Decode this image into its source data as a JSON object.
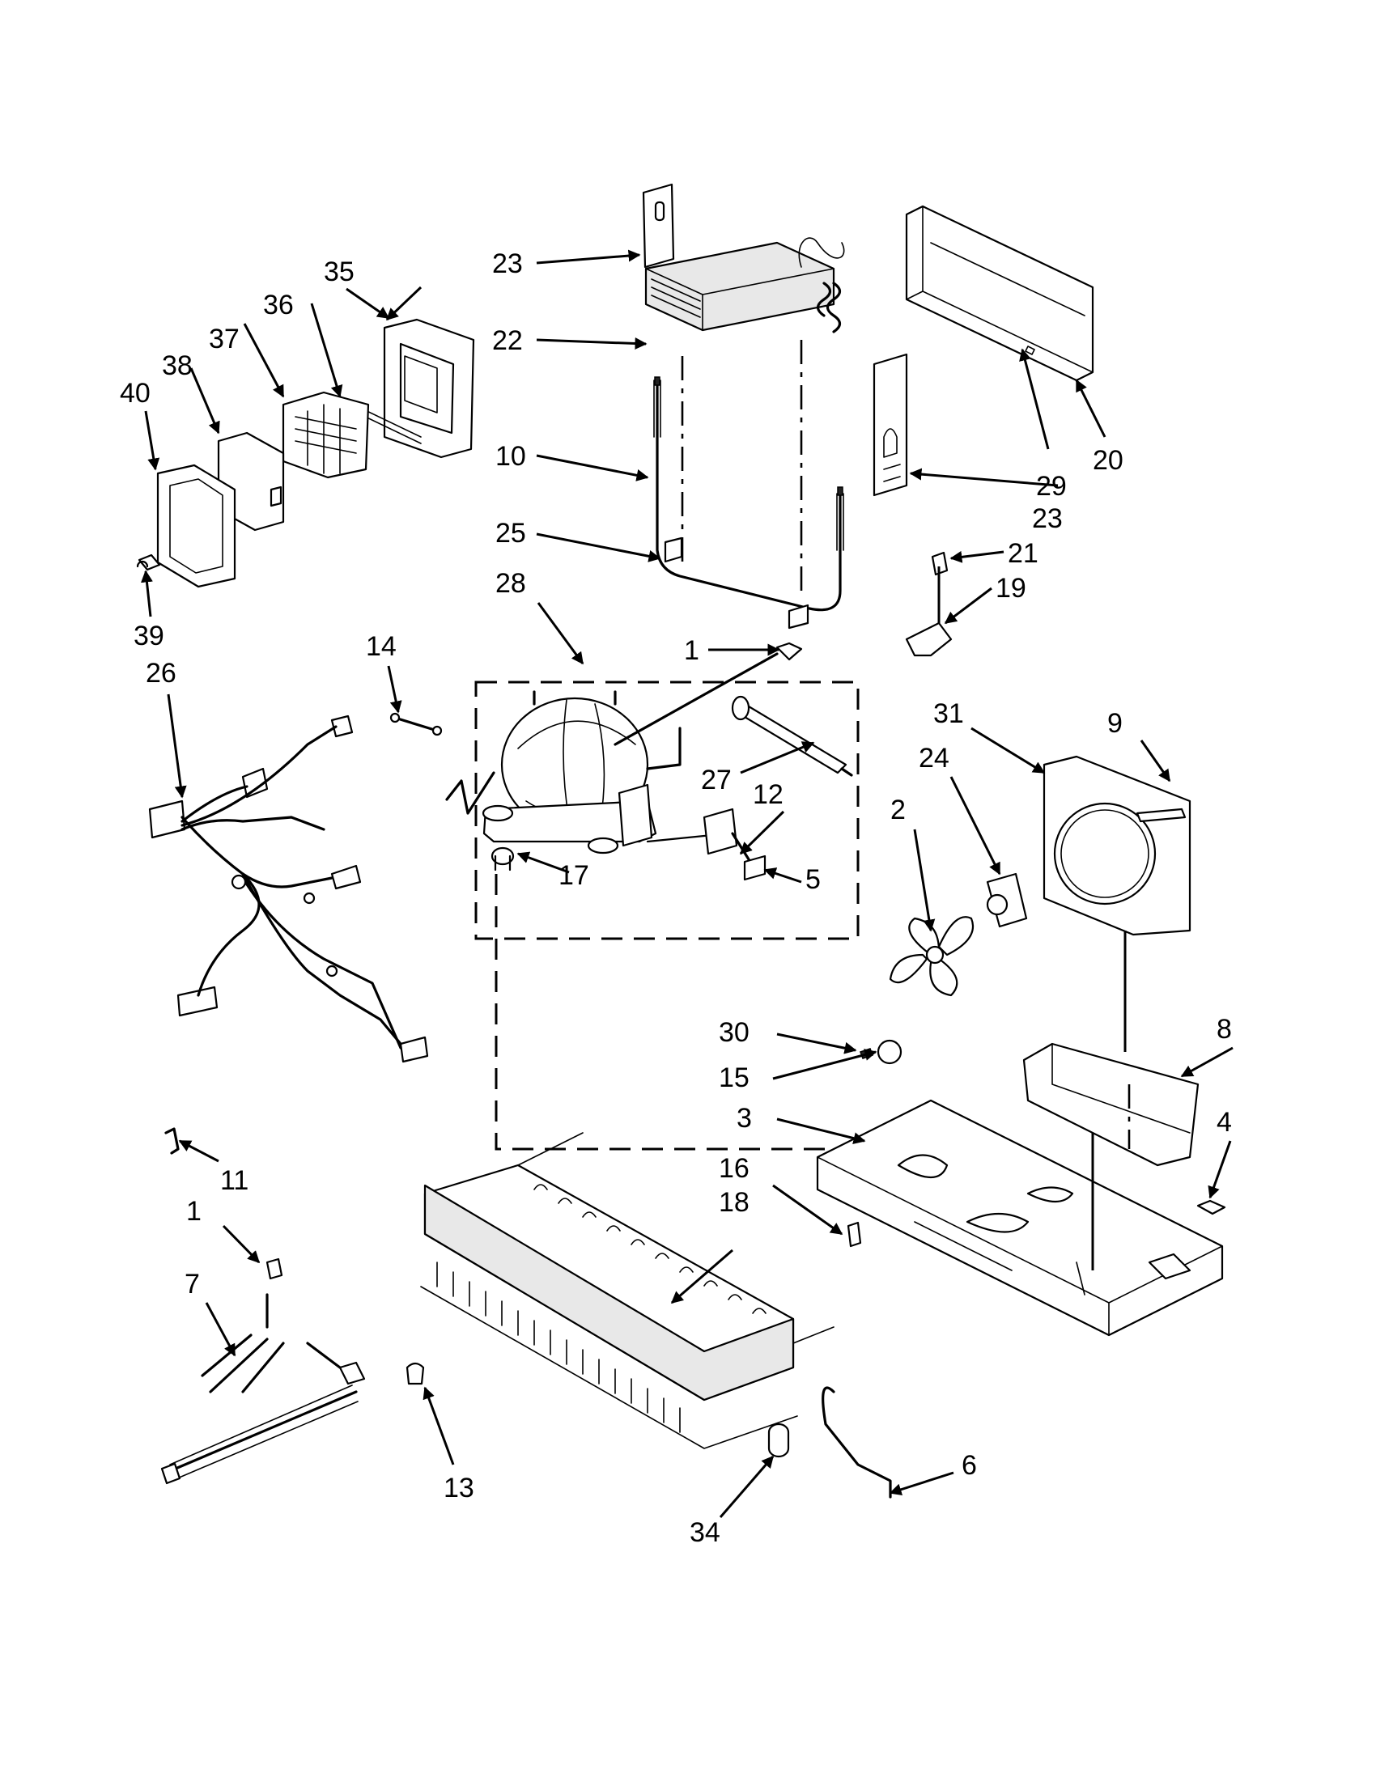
{
  "diagram": {
    "background": "#ffffff",
    "ink": "#000000",
    "callouts": {
      "c1a": "1",
      "c1b": "1",
      "c2": "2",
      "c3": "3",
      "c4": "4",
      "c5": "5",
      "c6": "6",
      "c7": "7",
      "c8": "8",
      "c9": "9",
      "c10": "10",
      "c11": "11",
      "c12": "12",
      "c13": "13",
      "c14": "14",
      "c15": "15",
      "c16": "16",
      "c17": "17",
      "c18": "18",
      "c19": "19",
      "c20": "20",
      "c21": "21",
      "c22": "22",
      "c23a": "23",
      "c23b": "23",
      "c24": "24",
      "c25": "25",
      "c26": "26",
      "c27": "27",
      "c28": "28",
      "c29": "29",
      "c30": "30",
      "c31": "31",
      "c34": "34",
      "c35": "35",
      "c36": "36",
      "c37": "37",
      "c38": "38",
      "c39": "39",
      "c40": "40"
    }
  }
}
